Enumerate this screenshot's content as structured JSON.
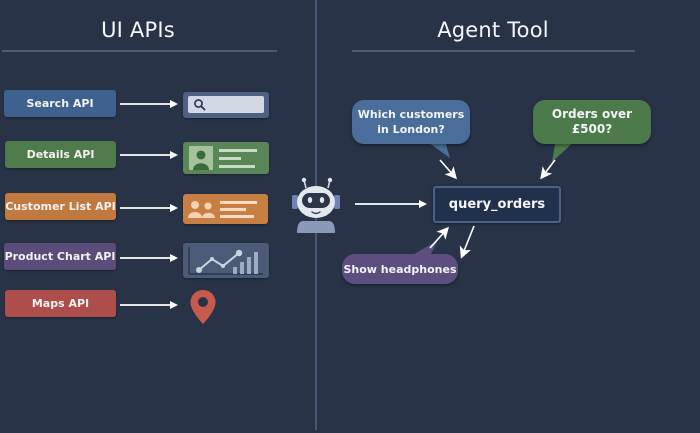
{
  "left_panel": {
    "title": "UI APIs",
    "rows": [
      {
        "api_label": "Search API",
        "api_color": "#3f6190",
        "component": "search-bar"
      },
      {
        "api_label": "Details API",
        "api_color": "#4f7a4c",
        "component": "profile-card"
      },
      {
        "api_label": "Customer List API",
        "api_color": "#c07a40",
        "component": "customer-list"
      },
      {
        "api_label": "Product Chart API",
        "api_color": "#5a4d7a",
        "component": "chart-panel"
      },
      {
        "api_label": "Maps API",
        "api_color": "#ad4d4c",
        "component": "map-pin"
      }
    ]
  },
  "right_panel": {
    "title": "Agent Tool",
    "agent_icon": "robot-icon",
    "tool_label": "query_orders",
    "bubbles": [
      {
        "text_line1": "Which customers",
        "text_line2": "in London?",
        "color": "#4a6e99"
      },
      {
        "text_line1": "Orders over",
        "text_line2": "£500?",
        "color": "#4d7a4b"
      },
      {
        "text": "Show headphones",
        "color": "#5c4e7e"
      }
    ]
  },
  "colors": {
    "background": "#283347",
    "divider": "#4a5878",
    "arrow": "#ffffff"
  }
}
